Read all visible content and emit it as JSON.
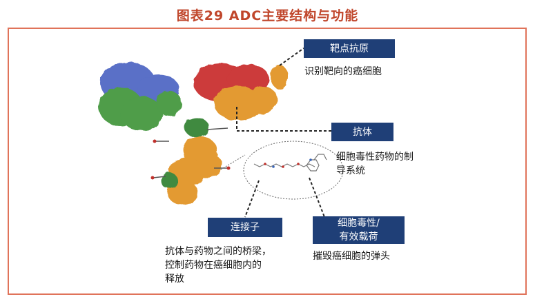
{
  "title": "图表29 ADC主要结构与功能",
  "labels": {
    "target_antigen": "靶点抗原",
    "antibody": "抗体",
    "linker": "连接子",
    "payload": "细胞毒性/\n有效载荷"
  },
  "descriptions": {
    "target_antigen": "识别靶向的癌细胞",
    "antibody": "细胞毒性药物的制\n导系统",
    "linker": "抗体与药物之间的桥梁，\n控制药物在癌细胞内的\n释放",
    "payload": "摧毁癌细胞的弹头"
  },
  "colors": {
    "title": "#c0462b",
    "frame": "#e0735a",
    "label_bg": "#1f3f77",
    "antibody_blue": "#5a6fc7",
    "antibody_green": "#4f9d4a",
    "antibody_red": "#cc3a3a",
    "antibody_orange": "#e39a32"
  }
}
